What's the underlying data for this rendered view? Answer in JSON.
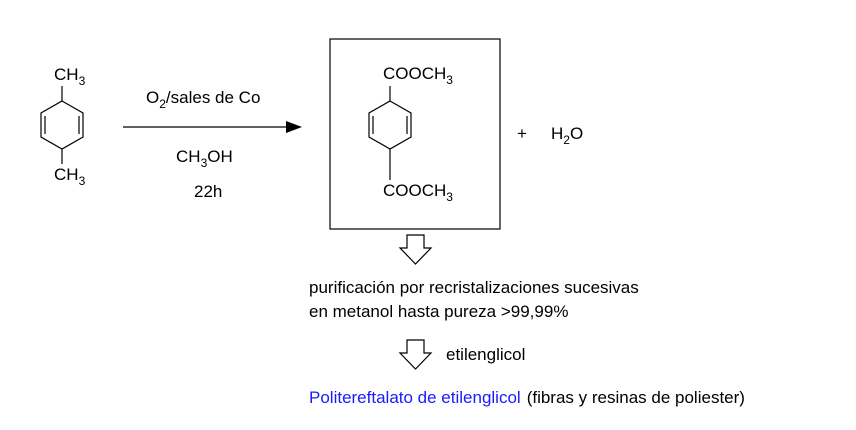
{
  "reactant": {
    "top_group_main": "CH",
    "top_group_sub": "3",
    "bottom_group_main": "CH",
    "bottom_group_sub": "3"
  },
  "arrow": {
    "above_main": "O",
    "above_sub": "2",
    "above_rest": "/sales de Co",
    "below_line1_main": "CH",
    "below_line1_sub": "3",
    "below_line1_rest": "OH",
    "below_line2": "22h"
  },
  "product": {
    "top_group_main": "COOCH",
    "top_group_sub": "3",
    "bottom_group_main": "COOCH",
    "bottom_group_sub": "3"
  },
  "byproduct": {
    "plus": "+",
    "main": "H",
    "sub": "2",
    "rest": "O"
  },
  "step1": {
    "line1": "purificación por recristalizaciones sucesivas",
    "line2": "en metanol hasta pureza >99,99%"
  },
  "step2": {
    "reagent": "etilenglicol"
  },
  "final": {
    "product_name": "Politereftalato de etilenglicol",
    "note": "(fibras y resinas de poliester)"
  },
  "colors": {
    "product_name": "#1a1aff"
  }
}
